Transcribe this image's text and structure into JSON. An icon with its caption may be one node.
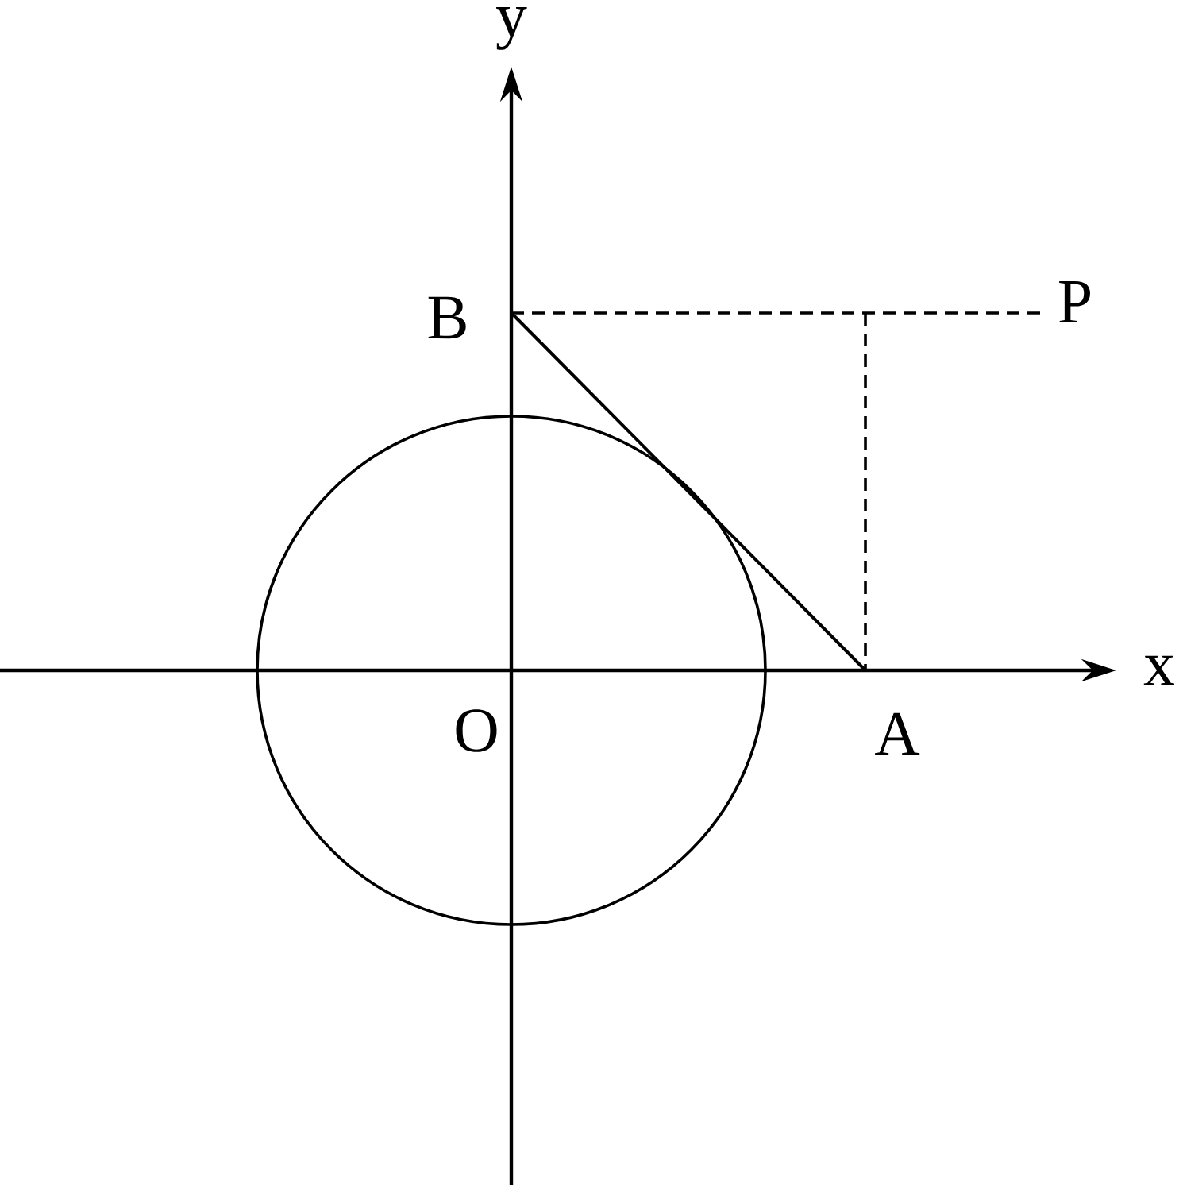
{
  "diagram": {
    "labels": [
      "y",
      "B",
      "P",
      "O",
      "A",
      "x"
    ]
  }
}
